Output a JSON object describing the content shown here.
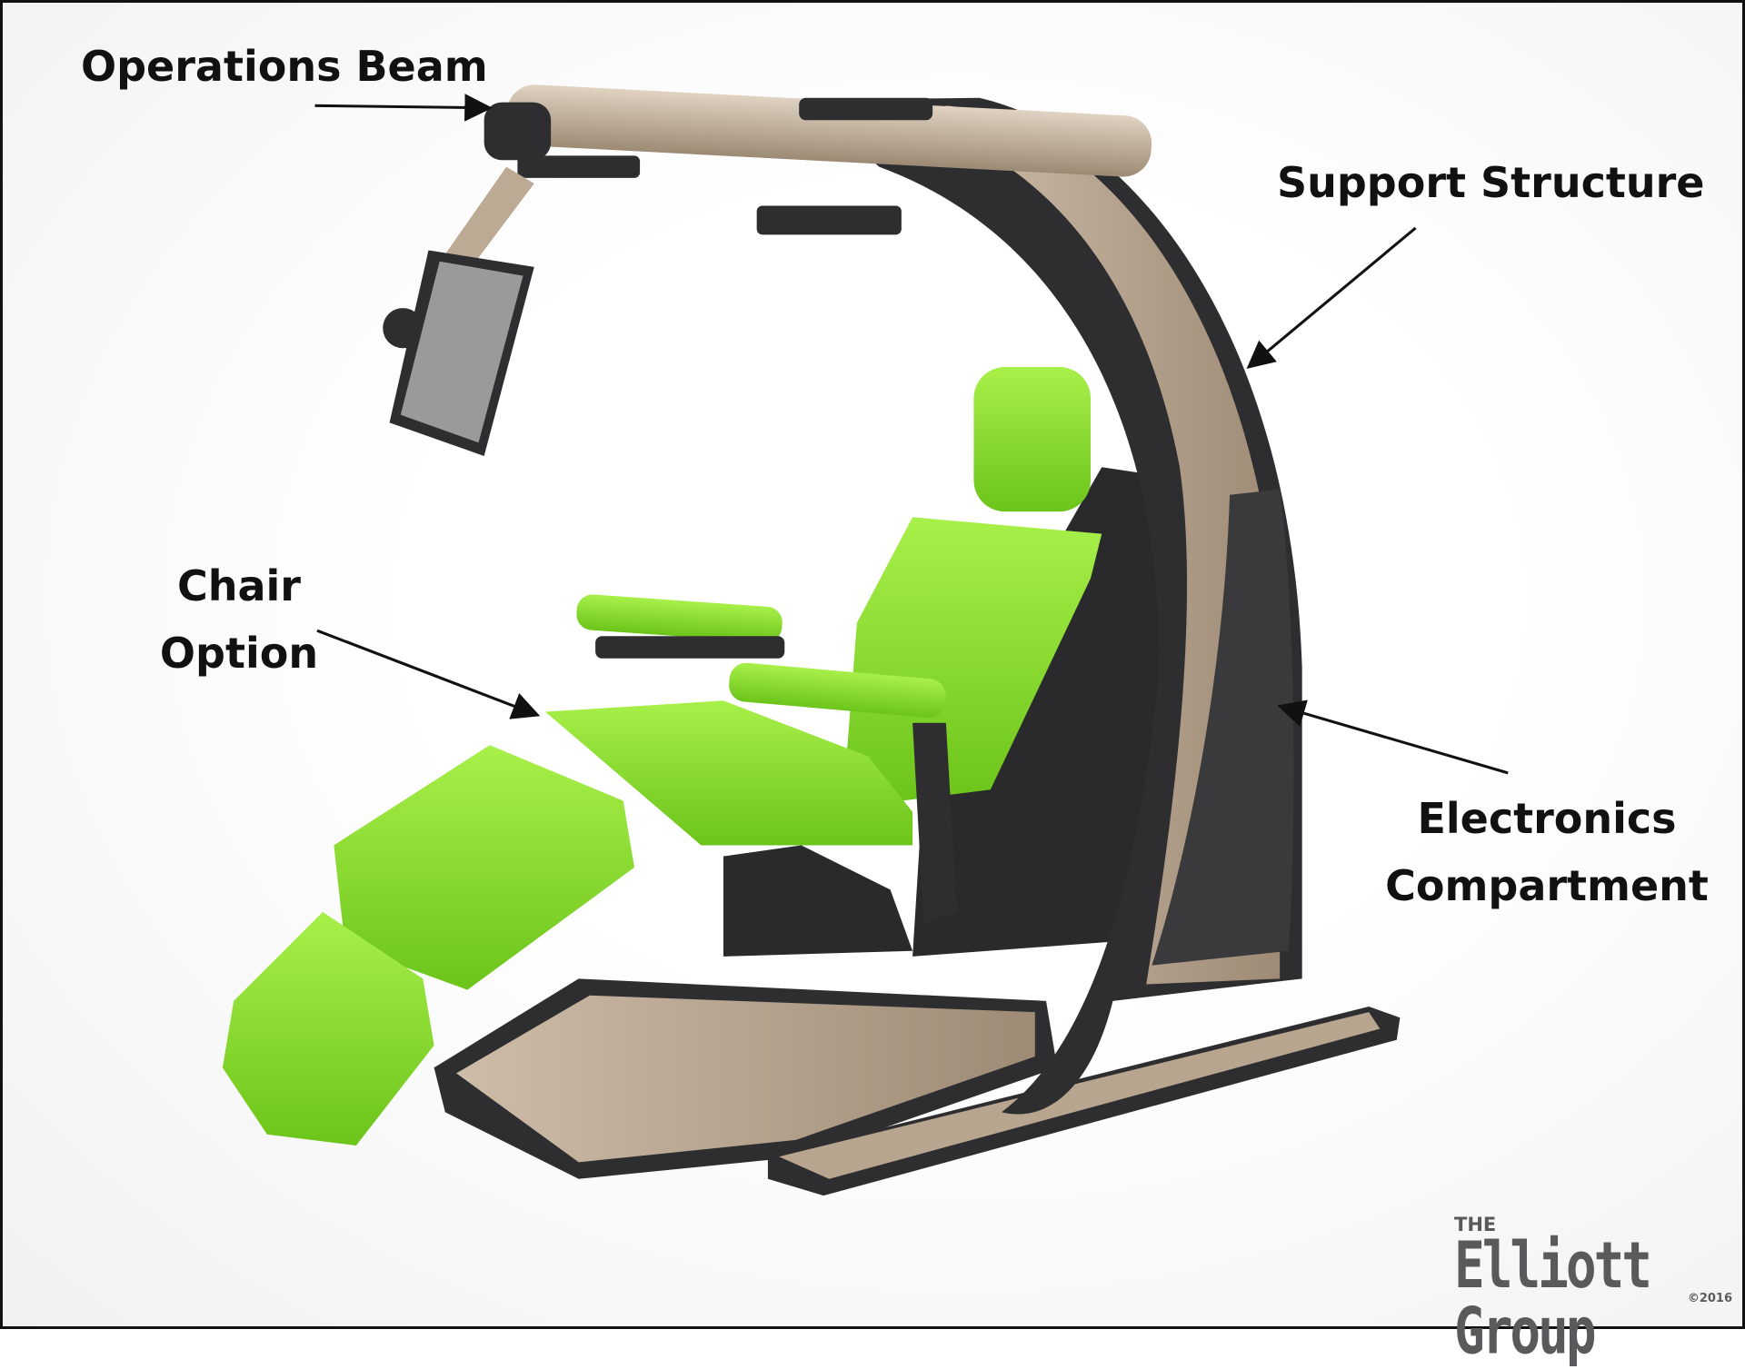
{
  "labels": {
    "operations_beam": "Operations Beam",
    "support_structure": "Support Structure",
    "chair_option_line1": "Chair",
    "chair_option_line2": "Option",
    "electronics_line1": "Electronics",
    "electronics_line2": "Compartment"
  },
  "logo": {
    "the": "THE",
    "name": "Elliott Group",
    "copyright": "©2016"
  },
  "colors": {
    "seat_green": "#8fe02a",
    "frame_tan": "#b9a690",
    "dark_gray": "#3a3a3c"
  }
}
